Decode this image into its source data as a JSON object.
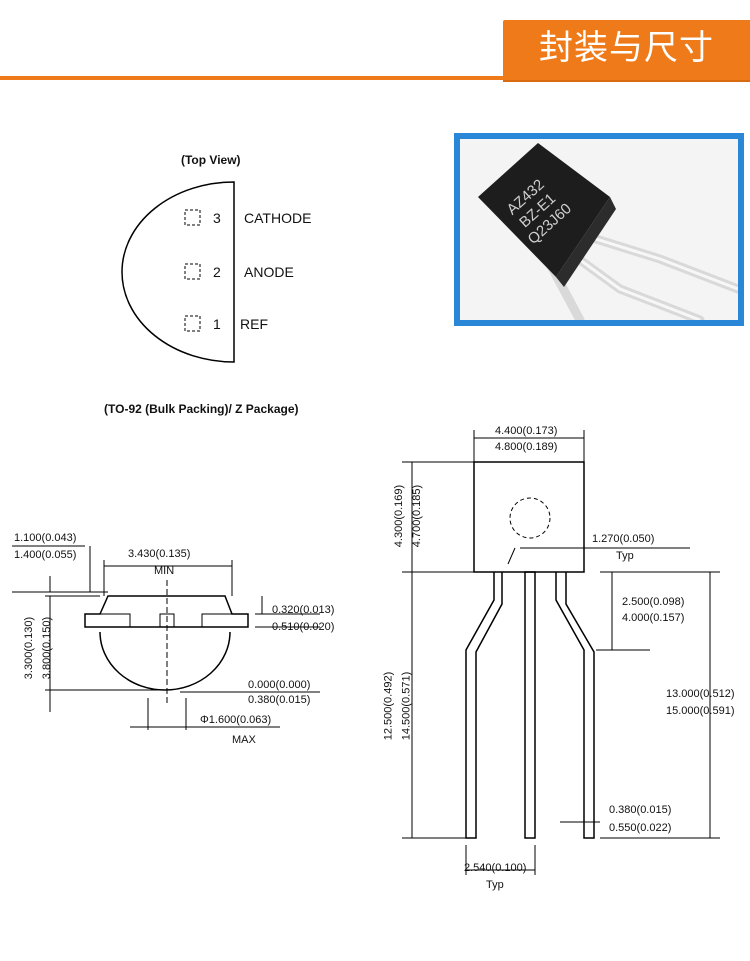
{
  "header": {
    "title": "封装与尺寸",
    "accent_color": "#ef7a1a"
  },
  "photo": {
    "marking_line1": "AZ432",
    "marking_line2": "BZ-E1",
    "marking_line3": "Q23J60",
    "frame_color": "#2a86d6"
  },
  "top_view": {
    "title": "(Top View)",
    "pins": [
      {
        "number": "3",
        "name": "CATHODE"
      },
      {
        "number": "2",
        "name": "ANODE"
      },
      {
        "number": "1",
        "name": "REF"
      }
    ]
  },
  "package_title": "(TO-92 (Bulk Packing)/ Z Package)",
  "side_view": {
    "dim_top_a": "1.100(0.043)",
    "dim_top_b": "1.400(0.055)",
    "dim_width": "3.430(0.135)",
    "dim_width_note": "MIN",
    "dim_height_a": "3.300(0.130)",
    "dim_height_b": "3.800(0.150)",
    "dim_flange_a": "0.320(0.013)",
    "dim_flange_b": "0.510(0.020)",
    "dim_offset_a": "0.000(0.000)",
    "dim_offset_b": "0.380(0.015)",
    "dim_dia": "Φ1.600(0.063)",
    "dim_dia_note": "MAX"
  },
  "front_view": {
    "dim_body_w_a": "4.400(0.173)",
    "dim_body_w_b": "4.800(0.189)",
    "dim_body_h_a": "4.300(0.169)",
    "dim_body_h_b": "4.700(0.185)",
    "dim_pitch_top": "1.270(0.050)",
    "dim_pitch_top_note": "Typ",
    "dim_bend_a": "2.500(0.098)",
    "dim_bend_b": "4.000(0.157)",
    "dim_lead_a": "12.500(0.492)",
    "dim_lead_b": "14.500(0.571)",
    "dim_total_a": "13.000(0.512)",
    "dim_total_b": "15.000(0.591)",
    "dim_lead_w_a": "0.380(0.015)",
    "dim_lead_w_b": "0.550(0.022)",
    "dim_pitch": "2.540(0.100)",
    "dim_pitch_note": "Typ"
  }
}
